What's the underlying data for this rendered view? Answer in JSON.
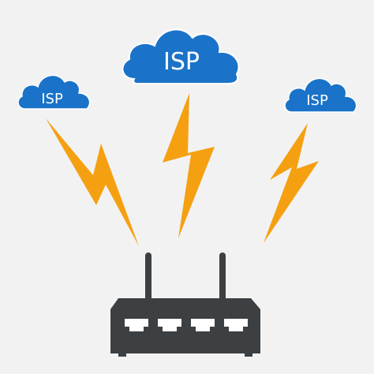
{
  "clouds": {
    "left": {
      "label": "ISP"
    },
    "center": {
      "label": "ISP"
    },
    "right": {
      "label": "ISP"
    }
  },
  "colors": {
    "background": "#f2f2f2",
    "cloud_fill": "#1a73c8",
    "cloud_outline": "#ffffff",
    "lightning": "#f5a011",
    "router_body": "#3c4043",
    "port": "#ffffff"
  },
  "icons": {
    "cloud": "cloud-icon",
    "lightning": "lightning-bolt-icon",
    "router": "router-icon",
    "antenna": "antenna-icon",
    "ethernet_port": "ethernet-port-icon"
  }
}
